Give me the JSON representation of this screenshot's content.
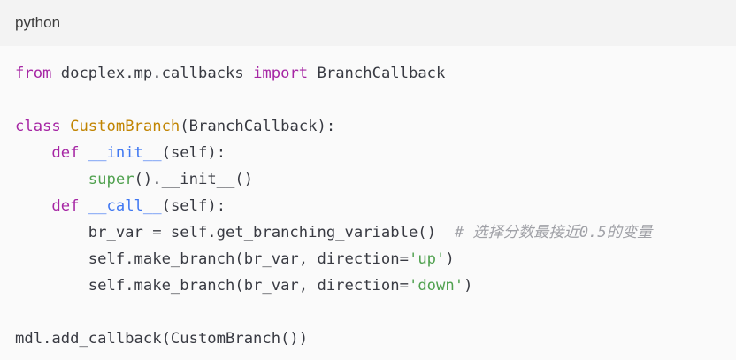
{
  "header": {
    "language": "python"
  },
  "code": {
    "lines": [
      [
        {
          "t": "from",
          "c": "kw"
        },
        {
          "t": " docplex.mp.callbacks ",
          "c": ""
        },
        {
          "t": "import",
          "c": "kw"
        },
        {
          "t": " BranchCallback",
          "c": ""
        }
      ],
      [],
      [
        {
          "t": "class",
          "c": "kw"
        },
        {
          "t": " ",
          "c": ""
        },
        {
          "t": "CustomBranch",
          "c": "cls"
        },
        {
          "t": "(BranchCallback):",
          "c": ""
        }
      ],
      [
        {
          "t": "    ",
          "c": ""
        },
        {
          "t": "def",
          "c": "kw"
        },
        {
          "t": " ",
          "c": ""
        },
        {
          "t": "__init__",
          "c": "fn"
        },
        {
          "t": "(self):",
          "c": ""
        }
      ],
      [
        {
          "t": "        ",
          "c": ""
        },
        {
          "t": "super",
          "c": "bi"
        },
        {
          "t": "().__init__()",
          "c": ""
        }
      ],
      [
        {
          "t": "    ",
          "c": ""
        },
        {
          "t": "def",
          "c": "kw"
        },
        {
          "t": " ",
          "c": ""
        },
        {
          "t": "__call__",
          "c": "fn"
        },
        {
          "t": "(self):",
          "c": ""
        }
      ],
      [
        {
          "t": "        br_var = self.get_branching_variable()  ",
          "c": ""
        },
        {
          "t": "# 选择分数最接近0.5的变量",
          "c": "cm"
        }
      ],
      [
        {
          "t": "        self.make_branch(br_var, direction=",
          "c": ""
        },
        {
          "t": "'up'",
          "c": "str"
        },
        {
          "t": ")",
          "c": ""
        }
      ],
      [
        {
          "t": "        self.make_branch(br_var, direction=",
          "c": ""
        },
        {
          "t": "'down'",
          "c": "str"
        },
        {
          "t": ")",
          "c": ""
        }
      ],
      [],
      [
        {
          "t": "mdl.add_callback(CustomBranch())",
          "c": ""
        }
      ]
    ]
  },
  "colors": {
    "keyword": "#a626a4",
    "function": "#4078f2",
    "class": "#c18401",
    "string": "#50a14f",
    "comment": "#a0a1a7",
    "text": "#383a42",
    "header_bg": "#f3f3f3",
    "body_bg": "#fafafa"
  }
}
